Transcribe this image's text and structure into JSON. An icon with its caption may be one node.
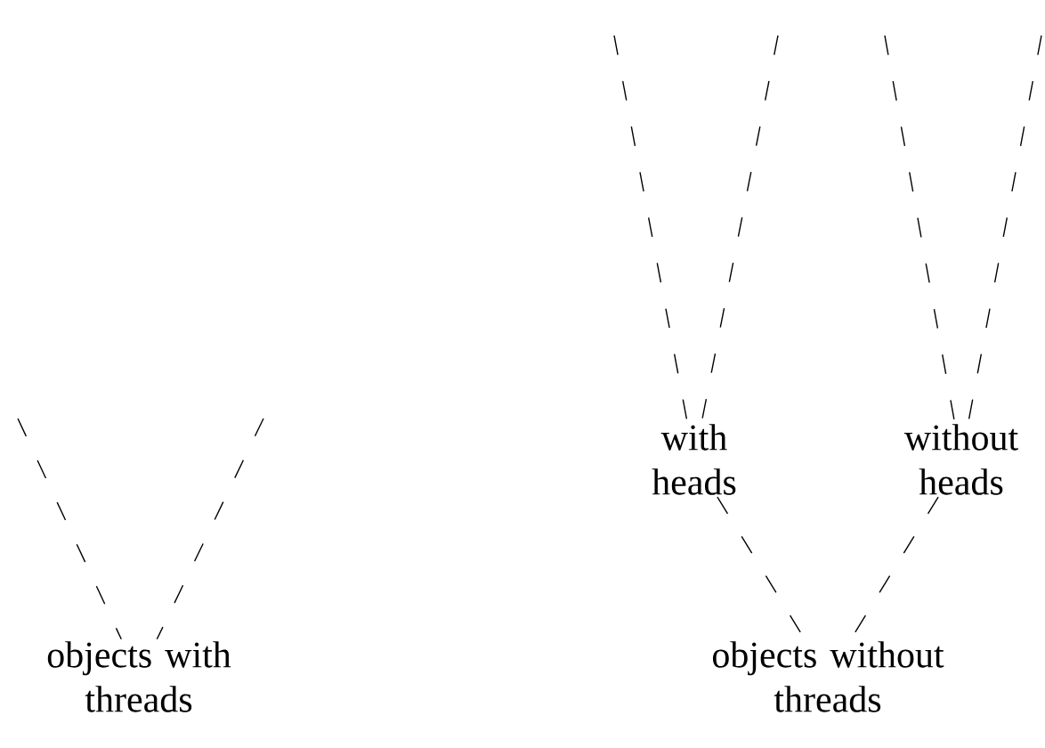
{
  "diagram": {
    "nodes": [
      {
        "text": [
          "with heads"
        ]
      },
      {
        "text": [
          "without heads"
        ]
      },
      {
        "text": [
          "objects with threads"
        ]
      },
      {
        "text": [
          "objects without threads"
        ]
      }
    ],
    "edges": [
      {
        "from": null,
        "to": 0,
        "arrow": "none"
      },
      {
        "from": null,
        "to": 0,
        "arrow": "none"
      },
      {
        "from": null,
        "to": 1,
        "arrow": "none"
      },
      {
        "from": null,
        "to": 1,
        "arrow": "none"
      },
      {
        "from": null,
        "to": 2,
        "arrow": "none"
      },
      {
        "from": null,
        "to": 2,
        "arrow": "none"
      },
      {
        "from": 0,
        "to": 3,
        "arrow": "none"
      },
      {
        "from": 1,
        "to": 3,
        "arrow": "none"
      }
    ]
  }
}
